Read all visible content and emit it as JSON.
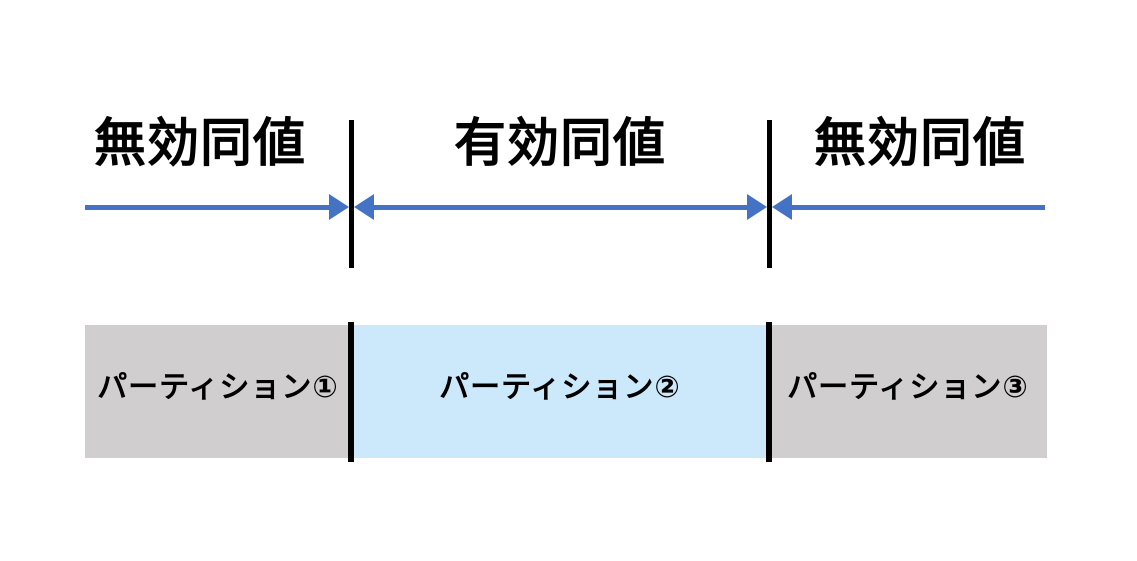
{
  "colors": {
    "arrow": "#4472C4",
    "boundary": "#000000",
    "text": "#000000",
    "background": "#FFFFFF",
    "partition-invalid": "#D0CECE",
    "partition-valid": "#CBE9FB"
  },
  "ranges": [
    {
      "label": "無効同値"
    },
    {
      "label": "有効同値"
    },
    {
      "label": "無効同値"
    }
  ],
  "partitions": [
    {
      "label": "パーティション①",
      "fill": "#D0CECE"
    },
    {
      "label": "パーティション②",
      "fill": "#CBE9FB"
    },
    {
      "label": "パーティション③",
      "fill": "#D0CECE"
    }
  ]
}
